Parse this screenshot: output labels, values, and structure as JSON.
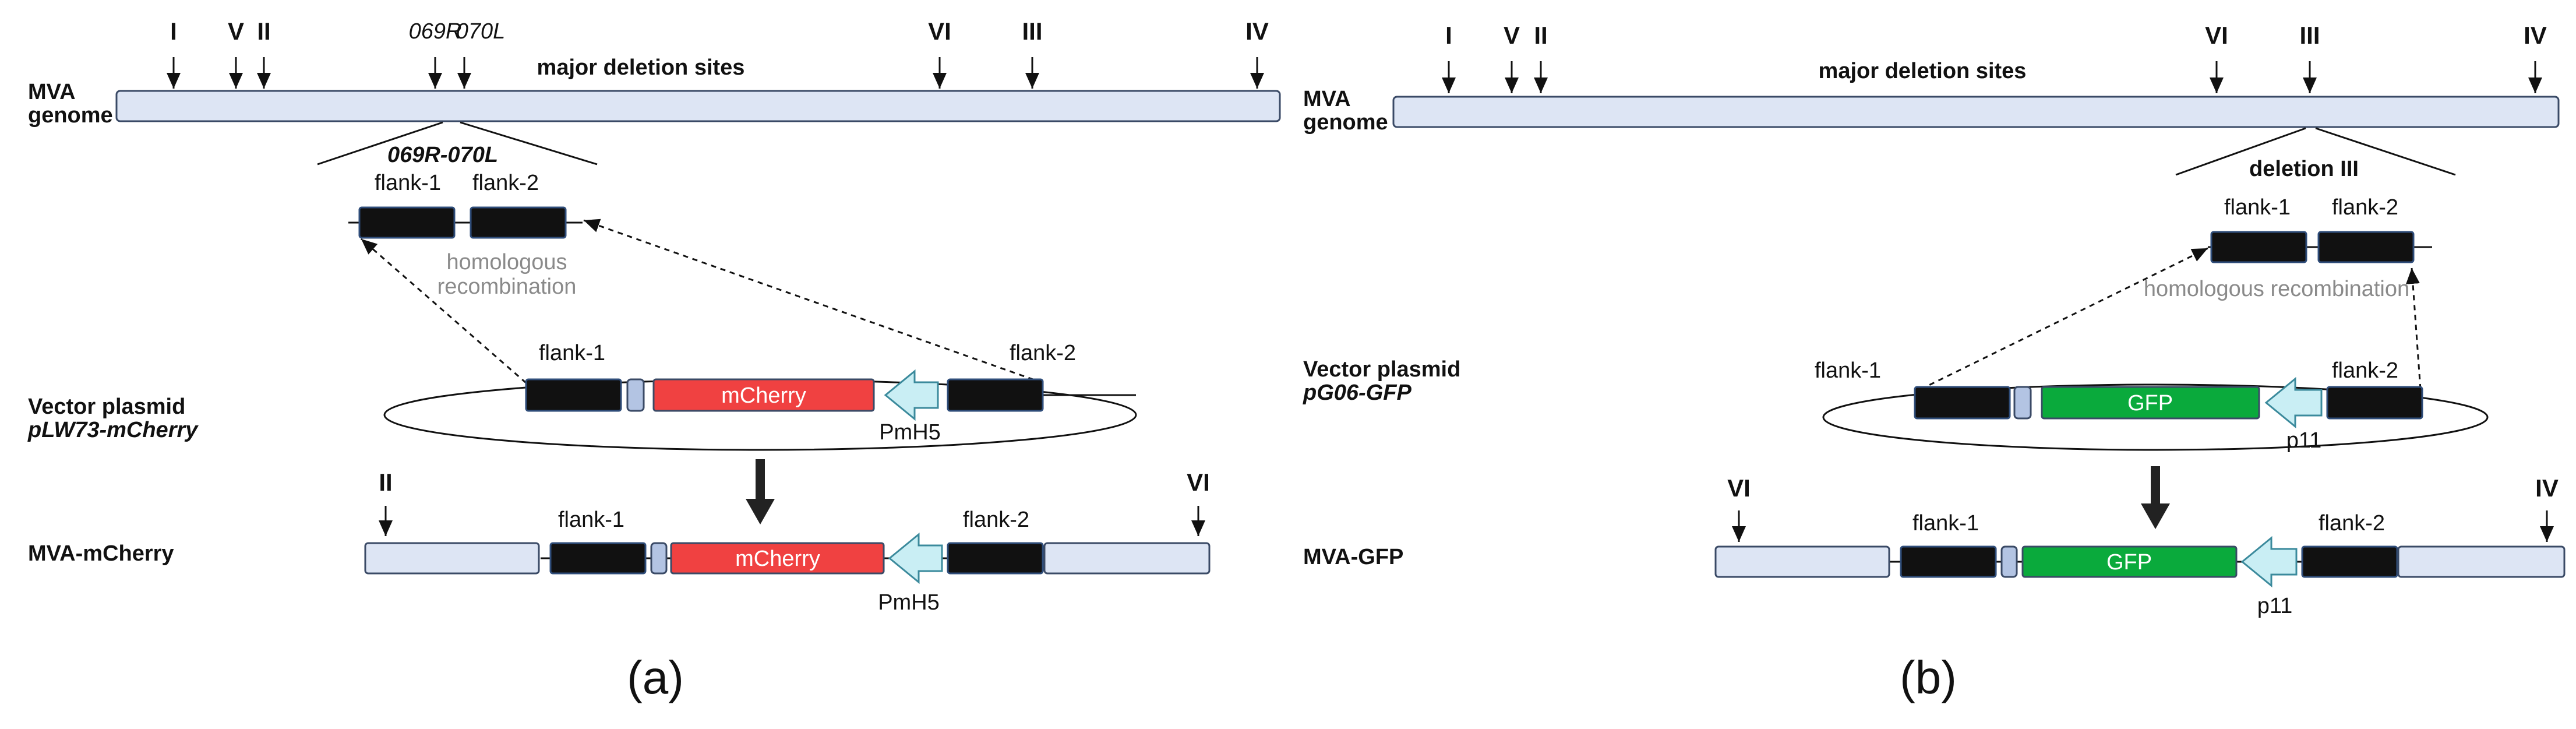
{
  "colors": {
    "genome_fill": "#dde5f4",
    "genome_stroke": "#3a4a66",
    "flank_fill": "#111111",
    "flank_stroke": "#2f4d7a",
    "small_box_fill": "#b3c4e3",
    "mcherry_fill": "#f04141",
    "gfp_fill": "#0aaa3c",
    "promoter_fill": "#c9eef4",
    "promoter_stroke": "#3b8a9c",
    "label_grey": "#8a8a8a"
  },
  "icons": [
    "down-arrow-icon",
    "promoter-arrow-icon",
    "plasmid-ellipse-icon"
  ],
  "panel_a": {
    "tag": "(a)",
    "major_deletion_label": "major deletion sites",
    "genome_label": [
      "MVA",
      "genome"
    ],
    "sites": [
      "I",
      "V",
      "II",
      "069R",
      "070L",
      "VI",
      "III",
      "IV"
    ],
    "insertion_site": "069R-070L",
    "flank1": "flank-1",
    "flank2": "flank-2",
    "recombination": [
      "homologous",
      "recombination"
    ],
    "vector_label": "Vector plasmid",
    "vector_name": "pLW73-mCherry",
    "gene": "mCherry",
    "promoter": "PmH5",
    "product_label": "MVA-mCherry",
    "product_left_site": "II",
    "product_right_site": "VI"
  },
  "panel_b": {
    "tag": "(b)",
    "major_deletion_label": "major deletion sites",
    "genome_label": [
      "MVA",
      "genome"
    ],
    "sites": [
      "I",
      "V",
      "II",
      "VI",
      "III",
      "IV"
    ],
    "insertion_site": "deletion III",
    "flank1": "flank-1",
    "flank2": "flank-2",
    "recombination": "homologous recombination",
    "vector_label": "Vector plasmid",
    "vector_name": "pG06-GFP",
    "gene": "GFP",
    "promoter": "p11",
    "product_label": "MVA-GFP",
    "product_left_site": "VI",
    "product_right_site": "IV"
  }
}
